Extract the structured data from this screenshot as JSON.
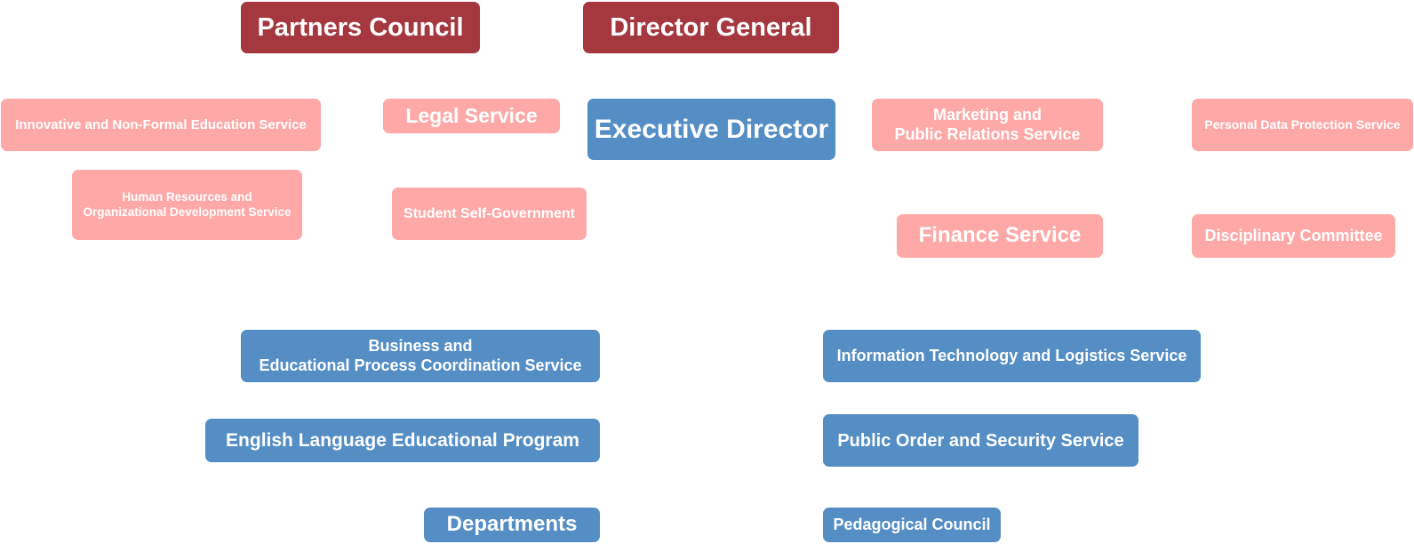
{
  "colors": {
    "governance": "#a5383f",
    "support_service": "#fea8a8",
    "executive_unit": "#548ec4",
    "text": "#ffffff"
  },
  "nodes": {
    "partners_council": "Partners Council",
    "director_general": "Director General",
    "innovative_education": "Innovative and Non-Formal Education Service",
    "legal_service": "Legal Service",
    "executive_director": "Executive Director",
    "marketing_pr": [
      "Marketing and",
      "Public Relations Service"
    ],
    "personal_data": "Personal Data Protection Service",
    "human_resources": [
      "Human Resources and",
      "Organizational Development Service"
    ],
    "student_self_government": "Student Self-Government",
    "finance_service": "Finance Service",
    "disciplinary_committee": "Disciplinary Committee",
    "business_coordination": [
      "Business and",
      "Educational Process Coordination Service"
    ],
    "it_logistics": "Information Technology and Logistics Service",
    "english_program": "English Language Educational Program",
    "public_order": "Public Order and Security Service",
    "departments": "Departments",
    "pedagogical_council": "Pedagogical Council"
  }
}
